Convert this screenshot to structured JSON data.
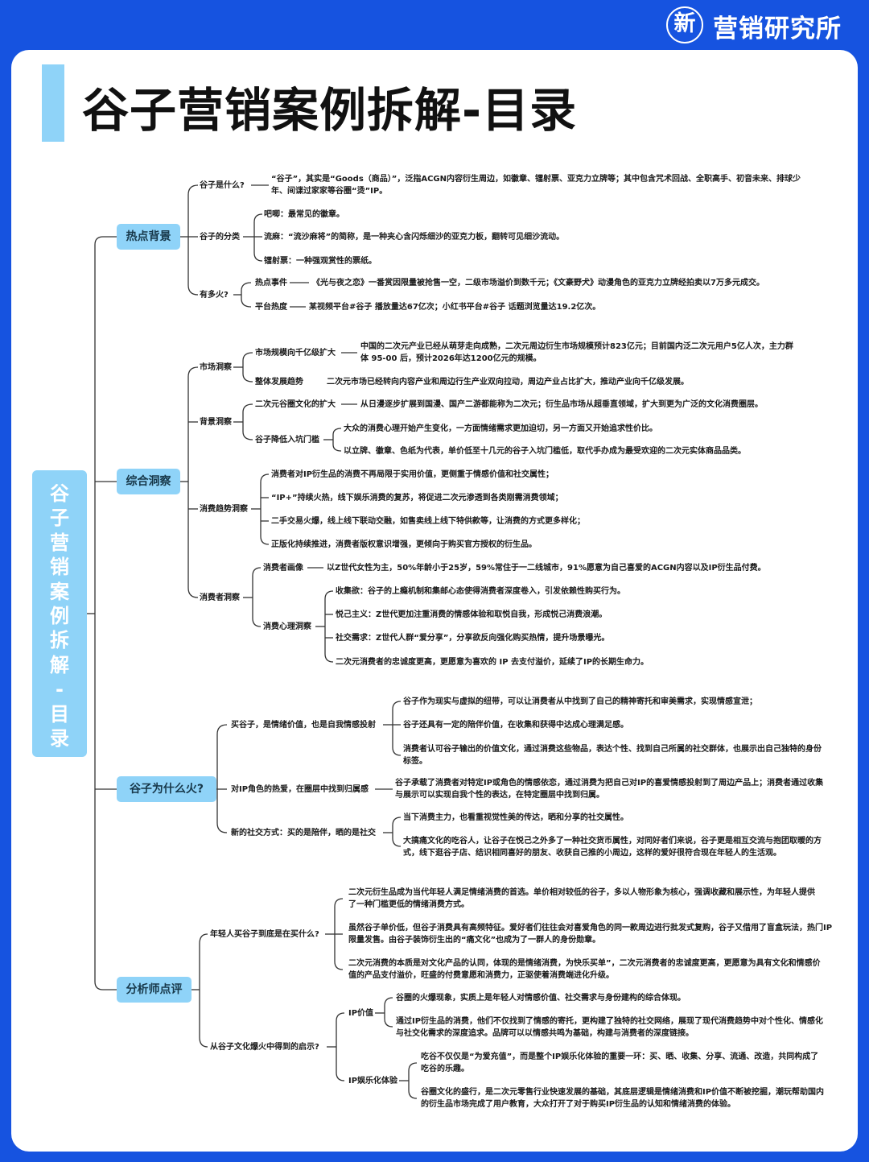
{
  "brand": {
    "logo_char": "新",
    "name": "营销研究所"
  },
  "title": "谷子营销案例拆解-目录",
  "root": "谷子营销案例拆解-目录",
  "topics": [
    {
      "label": "热点背景",
      "children": [
        {
          "label": "谷子是什么?",
          "items": [
            "“谷子”，其实是“Goods（商品）”，泛指ACGN内容衍生周边，如徽章、镭射票、亚克力立牌等；其中包含咒术回战、全职高手、初音未来、排球少年、间谍过家家等谷圈“烫”IP。"
          ]
        },
        {
          "label": "谷子的分类",
          "items": [
            "吧唧：最常见的徽章。",
            "流麻：“流沙麻将”的简称，是一种夹心含闪烁细沙的亚克力板，翻转可见细沙流动。",
            "镭射票：一种强观赏性的票纸。"
          ]
        },
        {
          "label": "有多火?",
          "subs": [
            {
              "label": "热点事件",
              "items": [
                "《光与夜之恋》一番赏因限量被抢售一空，二级市场溢价到数千元；《文豪野犬》动漫角色的亚克力立牌经拍卖以7万多元成交。"
              ]
            },
            {
              "label": "平台热度",
              "items": [
                "某视频平台#谷子 播放量达67亿次；小红书平台#谷子 话题浏览量达19.2亿次。"
              ]
            }
          ]
        }
      ]
    },
    {
      "label": "综合洞察",
      "children": [
        {
          "label": "市场洞察",
          "subs": [
            {
              "label": "市场规模向千亿级扩大",
              "items": [
                "中国的二次元产业已经从萌芽走向成熟，二次元周边衍生市场规模预计823亿元；目前国内泛二次元用户5亿人次，主力群体 95-00 后，预计2026年达1200亿元的规模。"
              ]
            },
            {
              "label": "整体发展趋势",
              "items": [
                "二次元市场已经转向内容产业和周边行生产业双向拉动，周边产业占比扩大，推动产业向千亿级发展。"
              ]
            }
          ]
        },
        {
          "label": "背景洞察",
          "subs": [
            {
              "label": "二次元谷圈文化的扩大",
              "items": [
                "从日漫逐步扩展到国漫、国产二游都能称为二次元；衍生品市场从超垂直领域，扩大到更为广泛的文化消费圈层。"
              ]
            },
            {
              "label": "谷子降低入坑门槛",
              "items": [
                "大众的消费心理开始产生变化，一方面情绪需求更加迫切，另一方面又开始追求性价比。",
                "以立牌、徽章、色纸为代表，单价低至十几元的谷子入坑门槛低，取代手办成为最受欢迎的二次元实体商品品类。"
              ]
            }
          ]
        },
        {
          "label": "消费趋势洞察",
          "items": [
            "消费者对IP衍生品的消费不再局限于实用价值，更侧重于情感价值和社交属性；",
            "“IP+”持续火热，线下娱乐消费的复苏，将促进二次元渗透到各类刚需消费领域；",
            "二手交易火爆，线上线下联动交融，如售卖线上线下特供款等，让消费的方式更多样化；",
            "正版化持续推进，消费者版权意识增强，更倾向于购买官方授权的衍生品。"
          ]
        },
        {
          "label": "消费者洞察",
          "subs": [
            {
              "label": "消费者画像",
              "items": [
                "以Z世代女性为主，50%年龄小于25岁，59%常住于一二线城市，91%愿意为自己喜爱的ACGN内容以及IP衍生品付费。"
              ]
            },
            {
              "label": "消费心理洞察",
              "items": [
                "收集欲：谷子的上瘾机制和集邮心态使得消费者深度卷入，引发依赖性购买行为。",
                "悦己主义：Z世代更加注重消费的情感体验和取悦自我，形成悦己消费浪潮。",
                "社交需求：Z世代人群“爱分享”，分享欲反向强化购买热情，提升场景曝光。",
                "二次元消费者的忠诚度更高，更愿意为喜欢的 IP 去支付溢价，延续了IP的长期生命力。"
              ]
            }
          ]
        }
      ]
    },
    {
      "label": "谷子为什么火?",
      "children": [
        {
          "label": "买谷子，是情绪价值，也是自我情感投射",
          "items": [
            "谷子作为现实与虚拟的纽带，可以让消费者从中找到了自己的精神寄托和审美需求，实现情感宣泄；",
            "谷子还具有一定的陪伴价值，在收集和获得中达成心理满足感。",
            "消费者认可谷子输出的价值文化，通过消费这些物品，表达个性、找到自己所属的社交群体，也展示出自己独特的身份标签。"
          ]
        },
        {
          "label": "对IP角色的热爱，在圈层中找到归属感",
          "items": [
            "谷子承载了消费者对特定IP或角色的情感依恋，通过消费为把自己对IP的喜爱情感投射到了周边产品上；消费者通过收集与展示可以实现自我个性的表达，在特定圈层中找到归属。"
          ]
        },
        {
          "label": "新的社交方式：买的是陪伴，晒的是社交",
          "items": [
            "当下消费主力，也看重视觉性美的传达，晒和分享的社交属性。",
            "大搞痛文化的吃谷人，让谷子在悦己之外多了一种社交货币属性，对同好者们来说，谷子更是相互交流与抱团取暖的方式，线下逛谷子店、结识相同喜好的朋友、收获自己推的小周边，这样的爱好很符合现在年轻人的生活观。"
          ]
        }
      ]
    },
    {
      "label": "分析师点评",
      "children": [
        {
          "label": "年轻人买谷子到底是在买什么?",
          "items": [
            "二次元衍生品成为当代年轻人满足情绪消费的首选。单价相对较低的谷子，多以人物形象为核心，强调收藏和展示性，为年轻人提供了一种门槛更低的情绪消费方式。",
            "虽然谷子单价低，但谷子消费具有高频特征。爱好者们往往会对喜爱角色的同一款周边进行批发式复购，谷子又借用了盲盒玩法，热门IP限量发售。由谷子装饰衍生出的“痛文化”也成为了一群人的身份勋章。",
            "二次元消费的本质是对文化产品的认同，体现的是情绪消费，为快乐买单”，二次元消费者的忠诚度更高，更愿意为具有文化和情感价值的产品支付溢价，旺盛的付费意愿和消费力，正驱使着消费端进化升级。"
          ]
        },
        {
          "label": "从谷子文化爆火中得到的启示?",
          "subs": [
            {
              "label": "IP价值",
              "items": [
                "谷圈的火爆现象，实质上是年轻人对情感价值、社交需求与身份建构的综合体现。",
                "通过IP衍生品的消费，他们不仅找到了情感的寄托，更构建了独特的社交网络，展现了现代消费趋势中对个性化、情感化与社交化需求的深度追求。品牌可以以情感共鸣为基础，构建与消费者的深度链接。"
              ]
            },
            {
              "label": "IP娱乐化体验",
              "items": [
                "吃谷不仅仅是“为爱充值”，而是整个IP娱乐化体验的重要一环：买、晒、收集、分享、流通、改造，共同构成了吃谷的乐趣。",
                "谷圈文化的盛行，是二次元零售行业快速发展的基础，其底层逻辑是情绪消费和IP价值不断被挖掘，潮玩帮助国内的衍生品市场完成了用户教育，大众打开了对于购买IP衍生品的认知和情绪消费的体验。"
              ]
            }
          ]
        }
      ]
    }
  ]
}
